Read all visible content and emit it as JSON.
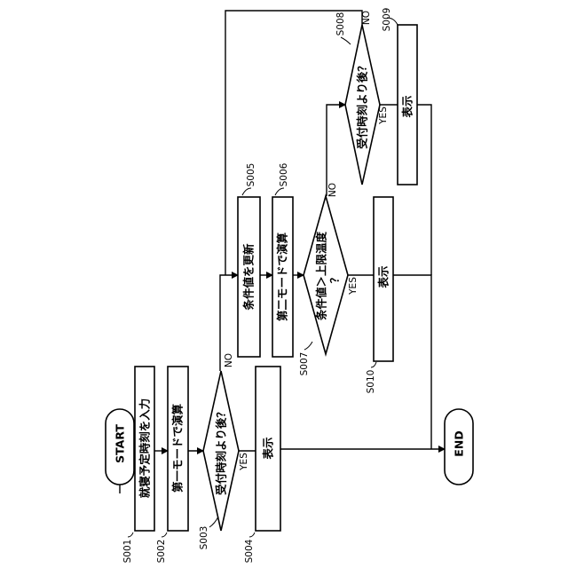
{
  "flowchart": {
    "terminals": {
      "start": "START",
      "end": "END"
    },
    "steps": {
      "s001": {
        "code": "S001",
        "text": "就寝予定時刻を入力"
      },
      "s002": {
        "code": "S002",
        "text": "第一モードで演算"
      },
      "s003": {
        "code": "S003",
        "text": "受付時刻より後？"
      },
      "s004": {
        "code": "S004",
        "text": "表示"
      },
      "s005": {
        "code": "S005",
        "text": "条件値を更新"
      },
      "s006": {
        "code": "S006",
        "text": "第二モードで演算"
      },
      "s007": {
        "code": "S007",
        "text": "条件値＞上限温度",
        "text2": "？"
      },
      "s008": {
        "code": "S008",
        "text": "受付時刻より後？"
      },
      "s009": {
        "code": "S009",
        "text": "表示"
      },
      "s010": {
        "code": "S010",
        "text": "表示"
      }
    },
    "branches": {
      "yes": "YES",
      "no": "NO"
    }
  }
}
